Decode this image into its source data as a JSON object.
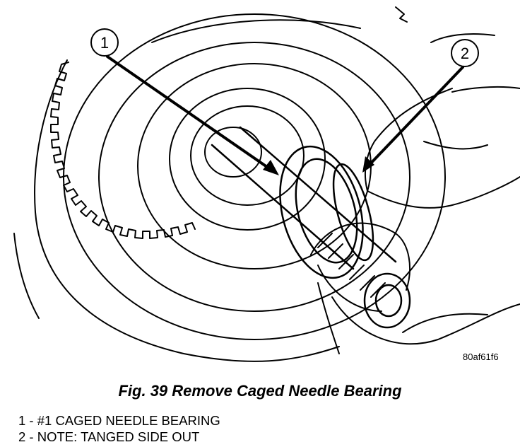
{
  "figure": {
    "callouts": [
      {
        "number": "1"
      },
      {
        "number": "2"
      }
    ],
    "image_code": "80af61f6",
    "caption": "Fig. 39 Remove Caged Needle Bearing",
    "legend": [
      {
        "text": "1 - #1 CAGED NEEDLE BEARING"
      },
      {
        "text": "2 - NOTE: TANGED SIDE OUT"
      }
    ]
  }
}
